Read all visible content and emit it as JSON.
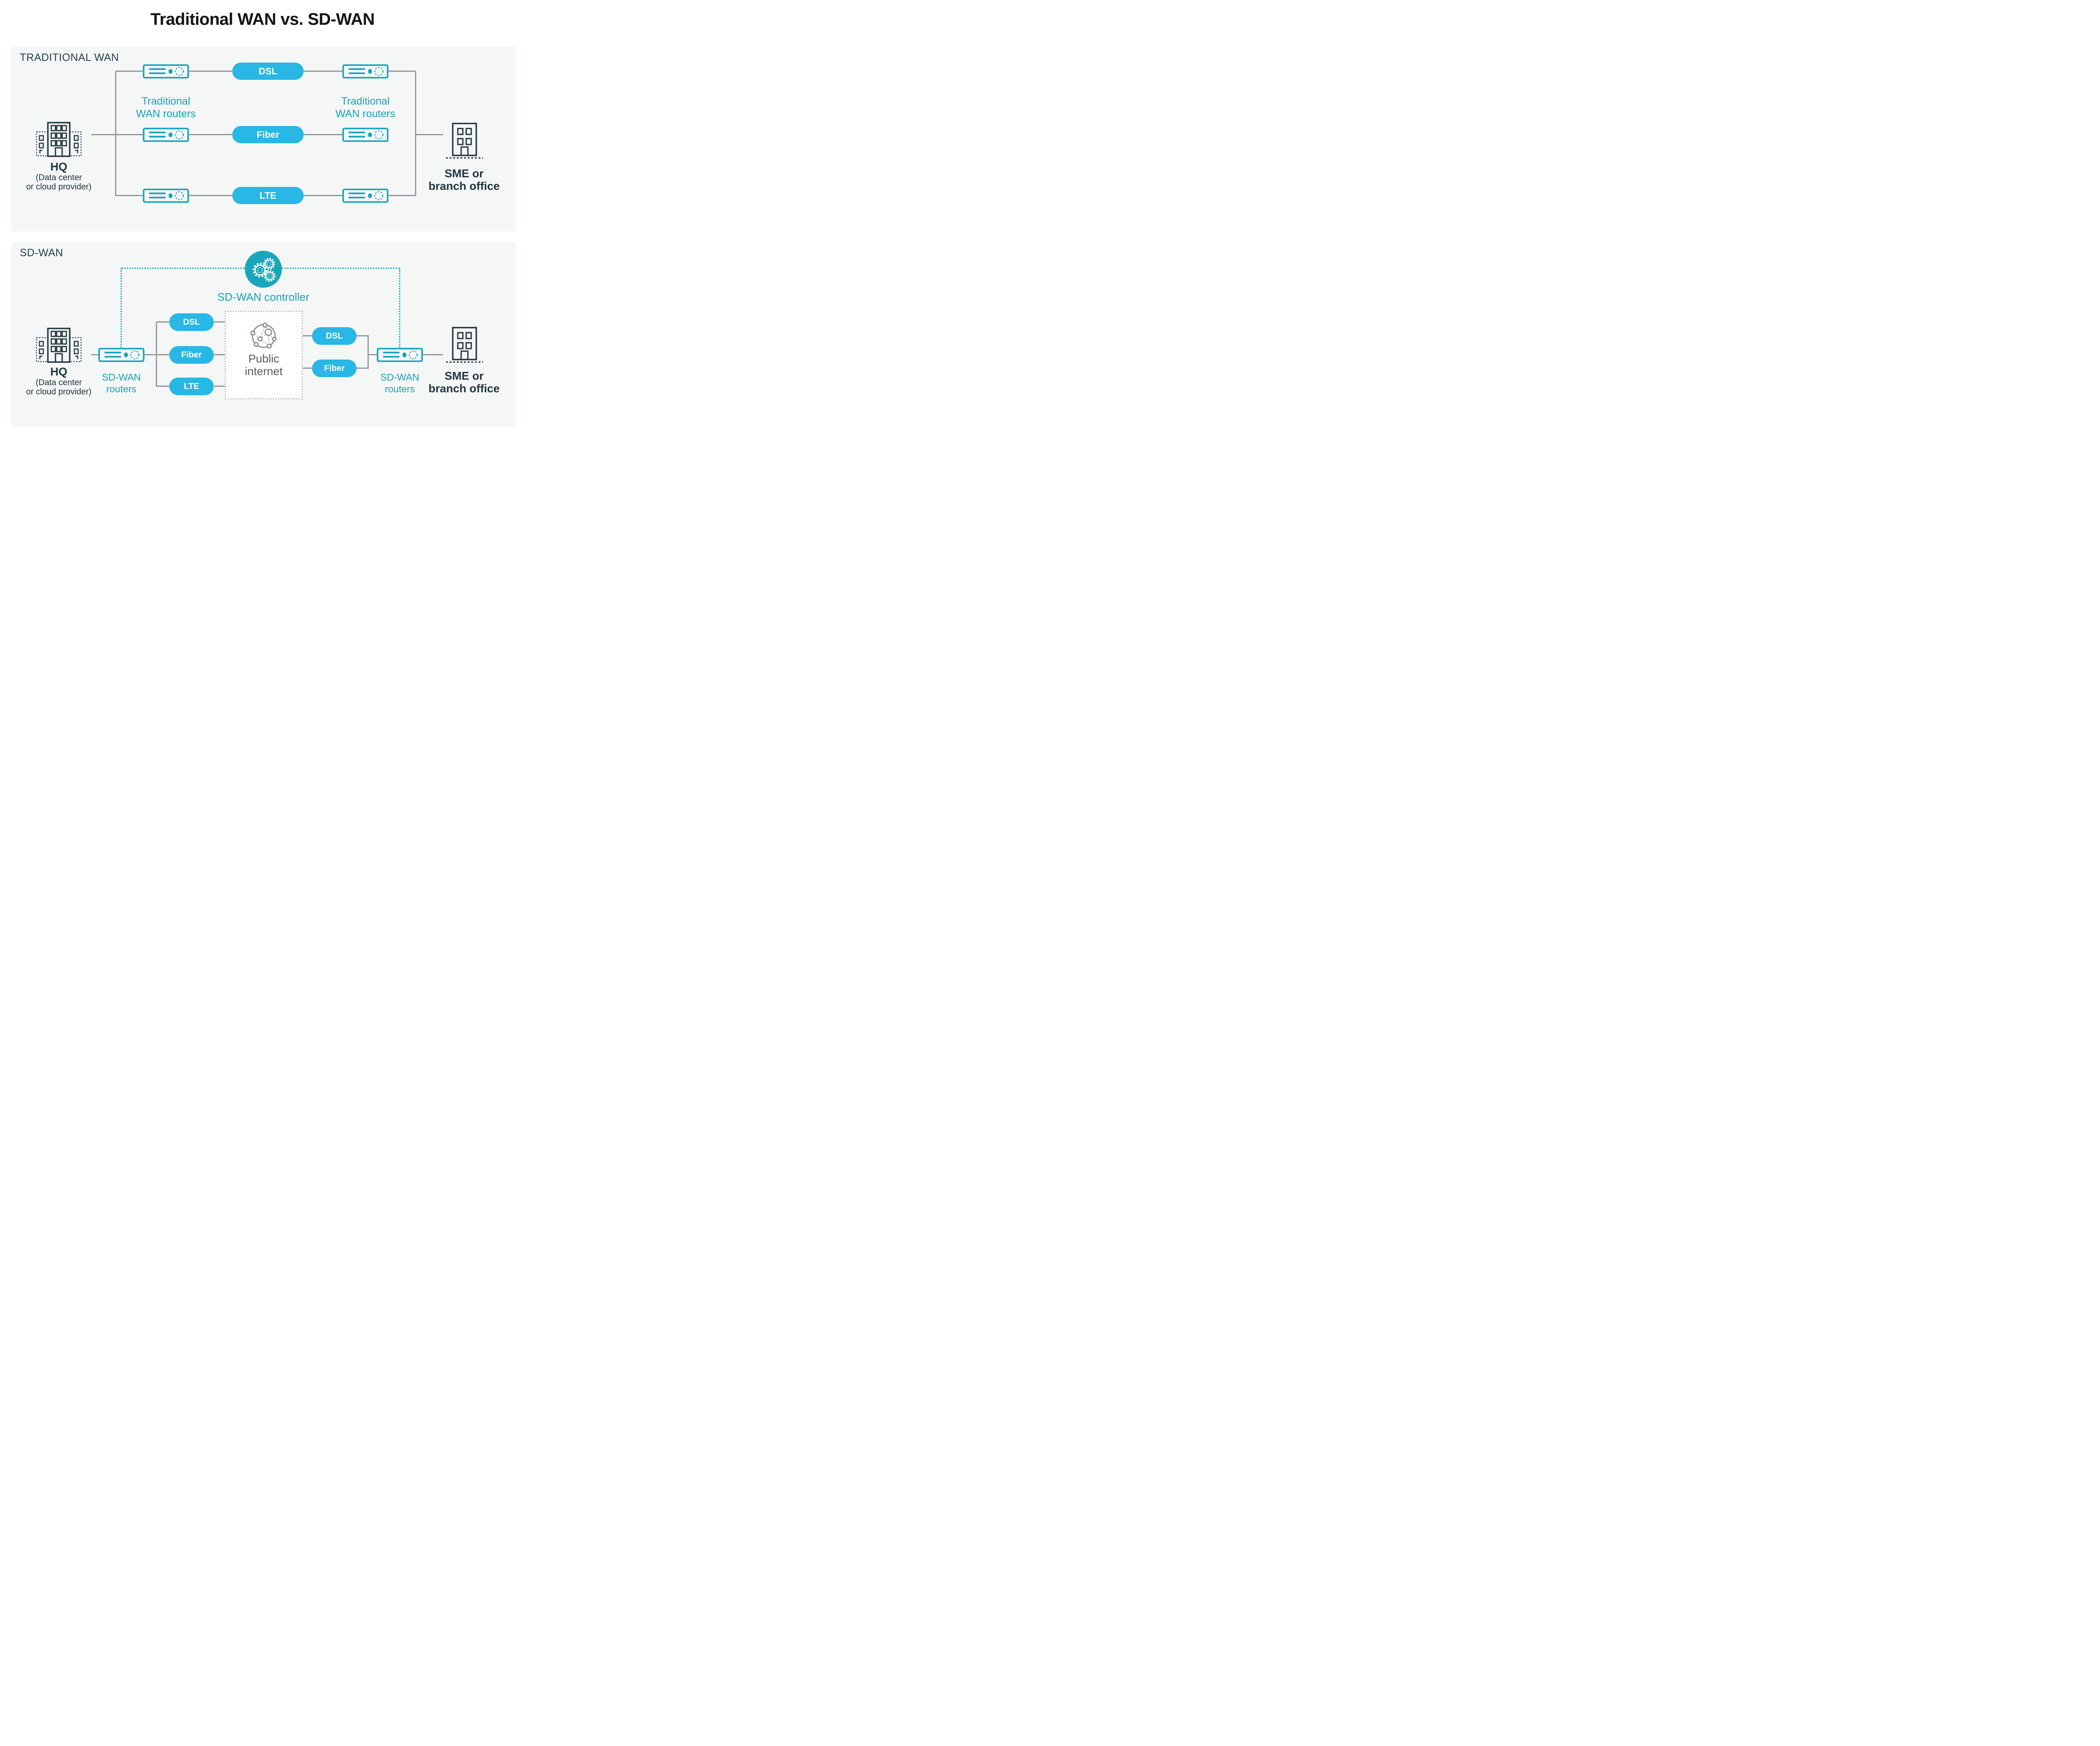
{
  "title": "Traditional WAN vs. SD-WAN",
  "colors": {
    "pill_cyan": "#29b7e5",
    "teal": "#15a3ba",
    "dark_slate": "#203740",
    "line_gray": "#97999c",
    "panel_bg": "#f5f6f6",
    "internet_gray": "#595a5c"
  },
  "icons": {
    "hq_building": "office-building-with-wings",
    "sme_building": "small-office-building",
    "router": "rack-router-device",
    "controller": "gears-in-circle",
    "internet": "network-globe"
  },
  "traditional": {
    "panel_label": "TRADITIONAL WAN",
    "hq": {
      "name": "HQ",
      "sub1": "(Data center",
      "sub2": "or cloud provider)"
    },
    "sme": {
      "line1": "SME or",
      "line2": "branch office"
    },
    "router_label_left": {
      "line1": "Traditional",
      "line2": "WAN routers"
    },
    "router_label_right": {
      "line1": "Traditional",
      "line2": "WAN routers"
    },
    "links": [
      "DSL",
      "Fiber",
      "LTE"
    ]
  },
  "sdwan": {
    "panel_label": "SD-WAN",
    "controller_label": "SD-WAN controller",
    "hq": {
      "name": "HQ",
      "sub1": "(Data center",
      "sub2": "or cloud provider)"
    },
    "sme": {
      "line1": "SME or",
      "line2": "branch office"
    },
    "router_label_left": {
      "line1": "SD-WAN",
      "line2": "routers"
    },
    "router_label_right": {
      "line1": "SD-WAN",
      "line2": "routers"
    },
    "left_links": [
      "DSL",
      "Fiber",
      "LTE"
    ],
    "right_links": [
      "DSL",
      "Fiber"
    ],
    "internet": {
      "line1": "Public",
      "line2": "internet"
    }
  }
}
